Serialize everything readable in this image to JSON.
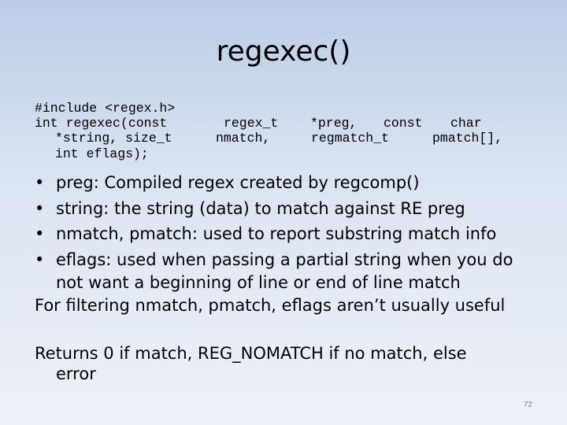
{
  "slide": {
    "title": "regexec()",
    "code": {
      "include": "#include <regex.h>",
      "line2": [
        {
          "text": "int regexec(const"
        },
        {
          "text": "regex_t"
        },
        {
          "text": "*preg,"
        },
        {
          "text": "const"
        },
        {
          "text": "char"
        }
      ],
      "line3": [
        {
          "text": "*string, size_t"
        },
        {
          "text": "nmatch,"
        },
        {
          "text": "regmatch_t"
        },
        {
          "text": "pmatch[],"
        }
      ],
      "line4": "int eflags);"
    },
    "bullets": [
      {
        "marker": "•",
        "text": "preg: Compiled regex created by regcomp()"
      },
      {
        "marker": "•",
        "text": "string: the string (data) to match against RE preg"
      },
      {
        "marker": "•",
        "text": "nmatch, pmatch: used to report substring match info"
      },
      {
        "marker": "•",
        "text": "eflags: used when passing a partial string when you do",
        "continuation": "not want a beginning of line or end of line match"
      }
    ],
    "note": "For filtering nmatch, pmatch, eflags aren’t usually useful",
    "returns": {
      "line1": "Returns 0 if match, REG_NOMATCH if no match, else",
      "line2": "error"
    },
    "page_number": "72"
  }
}
